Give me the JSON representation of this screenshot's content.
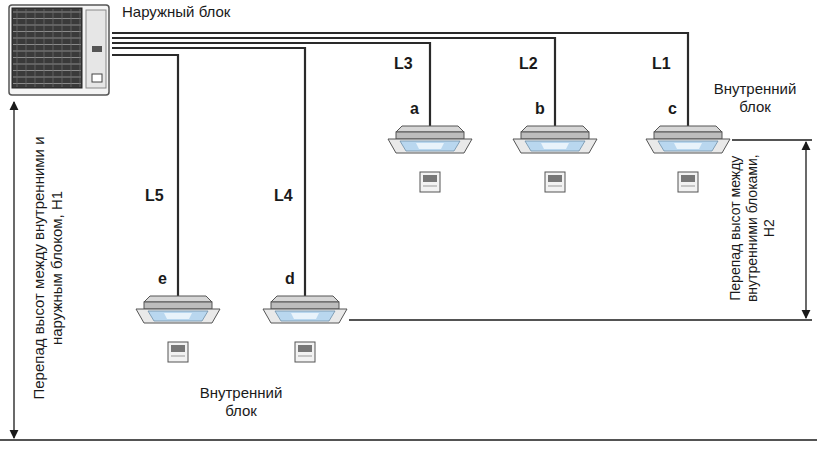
{
  "diagram": {
    "nodes": [
      {
        "text": [
          "Наружный блок"
        ]
      },
      {
        "text": [
          "a"
        ]
      },
      {
        "text": [
          "b"
        ]
      },
      {
        "text": [
          "c"
        ]
      },
      {
        "text": [
          "d"
        ]
      },
      {
        "text": [
          "e"
        ]
      }
    ],
    "edges": [
      {
        "from": 0,
        "to": 3,
        "arrow": "none",
        "label": "L1"
      },
      {
        "from": 0,
        "to": 2,
        "arrow": "none",
        "label": "L2"
      },
      {
        "from": 0,
        "to": 1,
        "arrow": "none",
        "label": "L3"
      },
      {
        "from": 0,
        "to": 4,
        "arrow": "none",
        "label": "L4"
      },
      {
        "from": 0,
        "to": 5,
        "arrow": "none",
        "label": "L5"
      }
    ],
    "labels": [
      "Внутренний блок",
      "Перепад высот между внутренними блоками, H2",
      "Внутренний блок",
      "Перепад высот между внутренними и наружным блоком, H1"
    ]
  }
}
